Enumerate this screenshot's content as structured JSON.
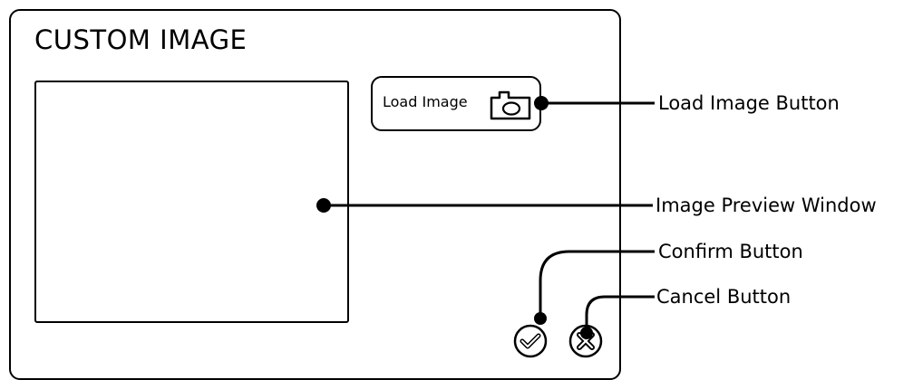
{
  "window": {
    "title": "CUSTOM IMAGE"
  },
  "load_button": {
    "label": "Load Image",
    "icon": "camera-icon"
  },
  "confirm_button": {
    "icon": "check-icon"
  },
  "cancel_button": {
    "icon": "close-icon"
  },
  "callouts": {
    "load_image_button": "Load Image Button",
    "image_preview_window": "Image Preview Window",
    "confirm_button": "Confirm Button",
    "cancel_button": "Cancel Button"
  }
}
